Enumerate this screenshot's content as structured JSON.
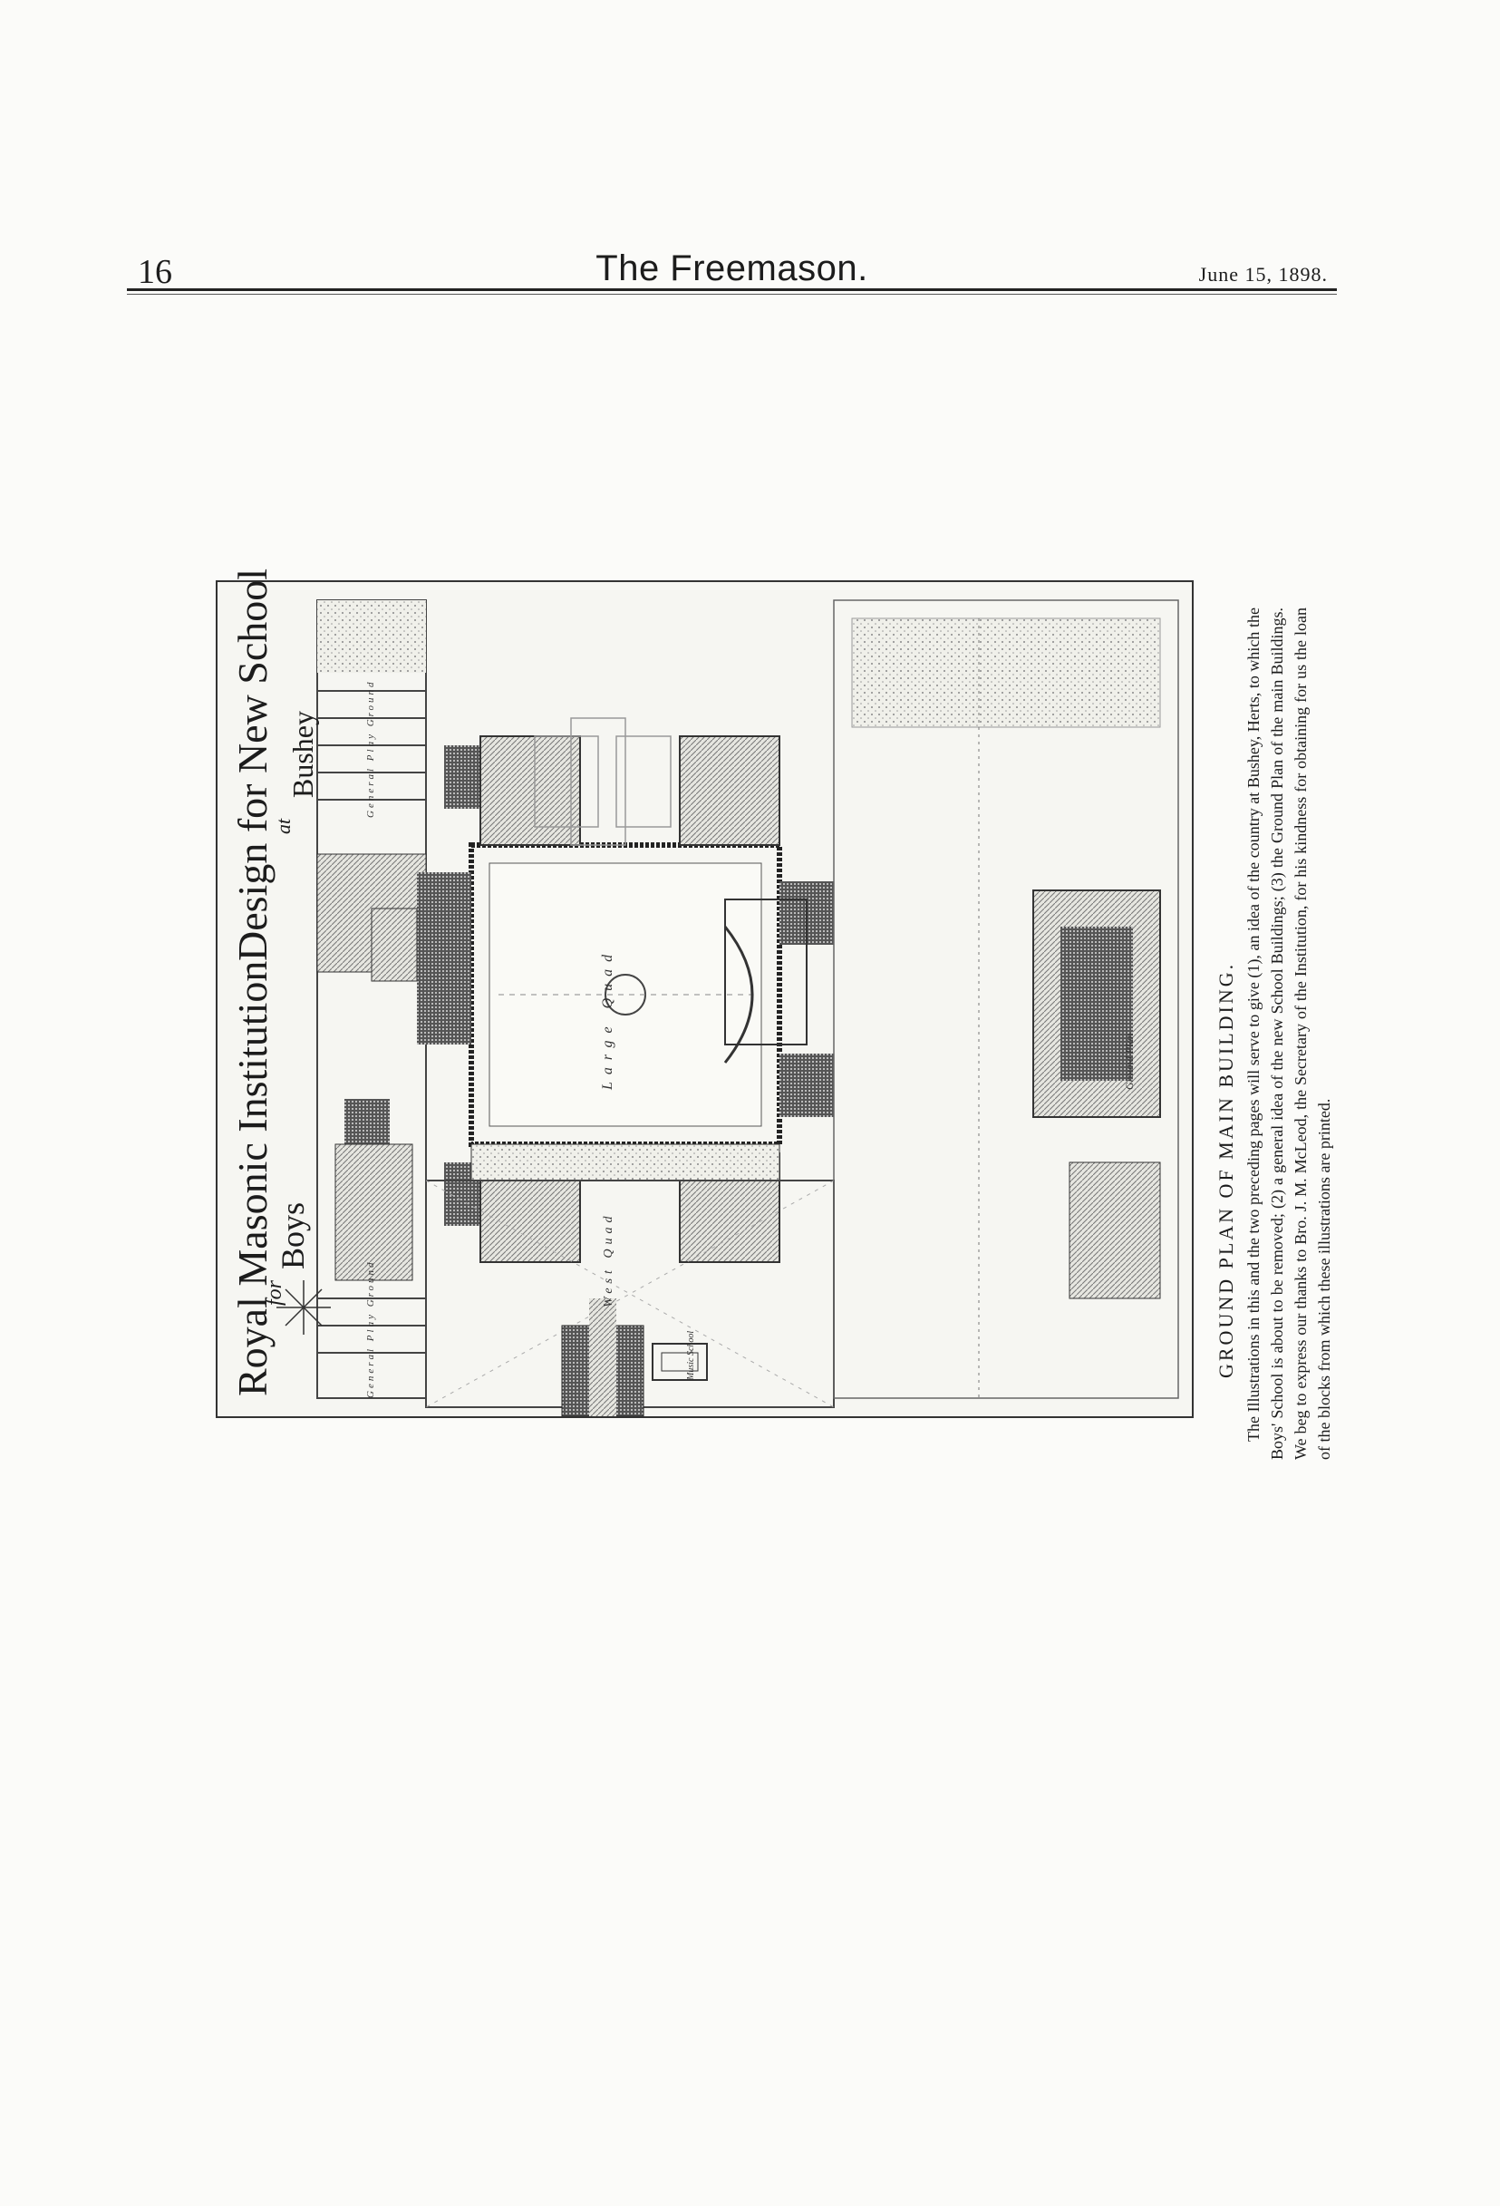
{
  "page": {
    "number": "16",
    "title": "The Freemason.",
    "date": "June 15, 1898."
  },
  "plan": {
    "title_left_1": "Royal Masonic Institution",
    "title_left_for": "for",
    "title_left_2": "Boys",
    "title_right_1": "Design for New School",
    "title_right_at": "at",
    "title_right_2": "Bushey",
    "quad_label": "Large Quad",
    "west_quad_label": "West Quad",
    "play_ground_1": "General Play Ground",
    "play_ground_2": "General Play Ground",
    "music_school": "Music School",
    "ground_plan": "Ground Plan"
  },
  "caption": {
    "heading": "GROUND PLAN OF MAIN BUILDING.",
    "text": "The Illustrations in this and the two preceding pages will serve to give (1), an idea of the country at Bushey, Herts, to which the Boys' School is about to be removed; (2) a general idea of the new School Buildings; (3) the Ground Plan of the main Buildings. We beg to express our thanks to Bro. J. M. McLeod, the Secretary of the Institution, for his kindness for obtaining for us the loan of the blocks from which these illustrations are printed."
  }
}
